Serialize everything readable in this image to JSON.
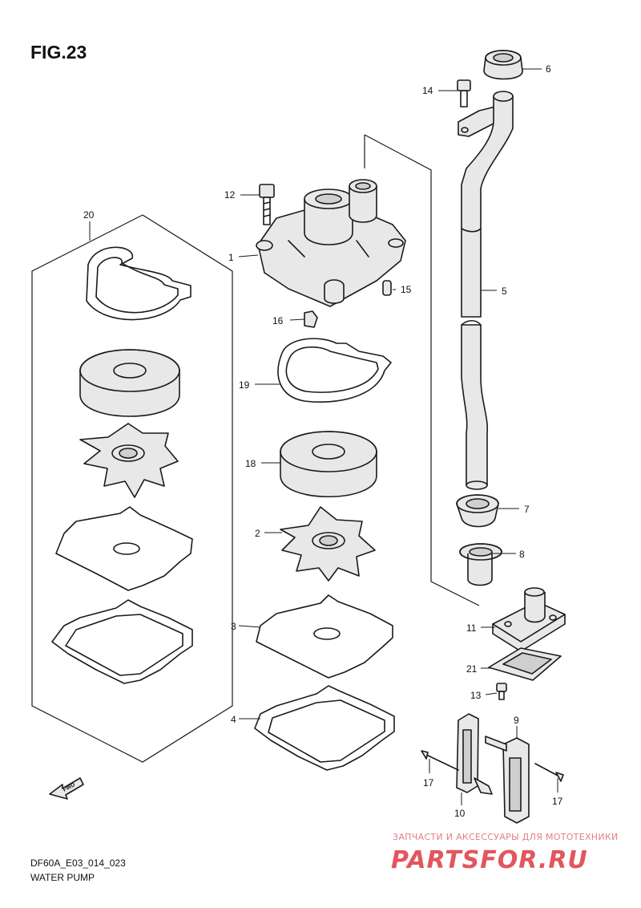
{
  "figure": {
    "title": "FIG.23",
    "code": "DF60A_E03_014_023",
    "name": "WATER PUMP"
  },
  "fwd_label": "FWD",
  "watermark": {
    "top_text": "ЗАПЧАСТИ И АКСЕССУАРЫ ДЛЯ МОТОТЕХНИКИ",
    "logo_text": "PARTSFOR.RU",
    "color": "#e2565d"
  },
  "callouts": {
    "c1": "1",
    "c2": "2",
    "c3": "3",
    "c4": "4",
    "c5": "5",
    "c6": "6",
    "c7": "7",
    "c8": "8",
    "c9": "9",
    "c10": "10",
    "c11": "11",
    "c12": "12",
    "c13": "13",
    "c14": "14",
    "c15": "15",
    "c16": "16",
    "c17a": "17",
    "c17b": "17",
    "c18": "18",
    "c19": "19",
    "c20": "20",
    "c21": "21"
  }
}
